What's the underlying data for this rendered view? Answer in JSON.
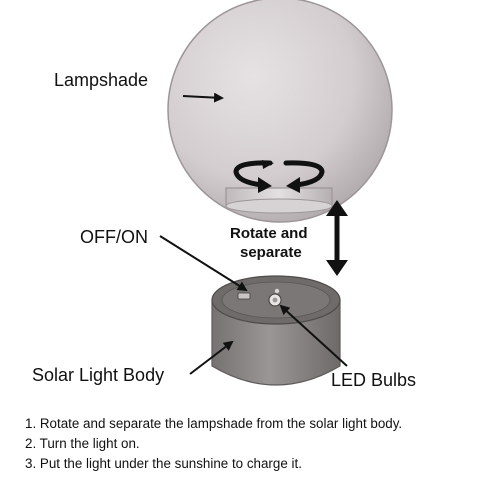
{
  "labels": {
    "lampshade": "Lampshade",
    "off_on": "OFF/ON",
    "rotate_line1": "Rotate and",
    "rotate_line2": "separate",
    "solar_body": "Solar Light Body",
    "led_bulbs": "LED Bulbs"
  },
  "steps": [
    "1. Rotate and separate the lampshade from the solar light body.",
    "2. Turn the light on.",
    "3. Put the light under the sunshine to charge it."
  ],
  "colors": {
    "lampshade_light": "#e2dedf",
    "lampshade_mid": "#c9c3c5",
    "lampshade_dark": "#a9a2a4",
    "body_side": "#8d8a8a",
    "body_top": "#6f6b6b",
    "arrow": "#111111"
  },
  "icons": [
    "rotate-arrows-icon",
    "double-arrow-icon",
    "led-bulb-icon",
    "switch-icon"
  ]
}
